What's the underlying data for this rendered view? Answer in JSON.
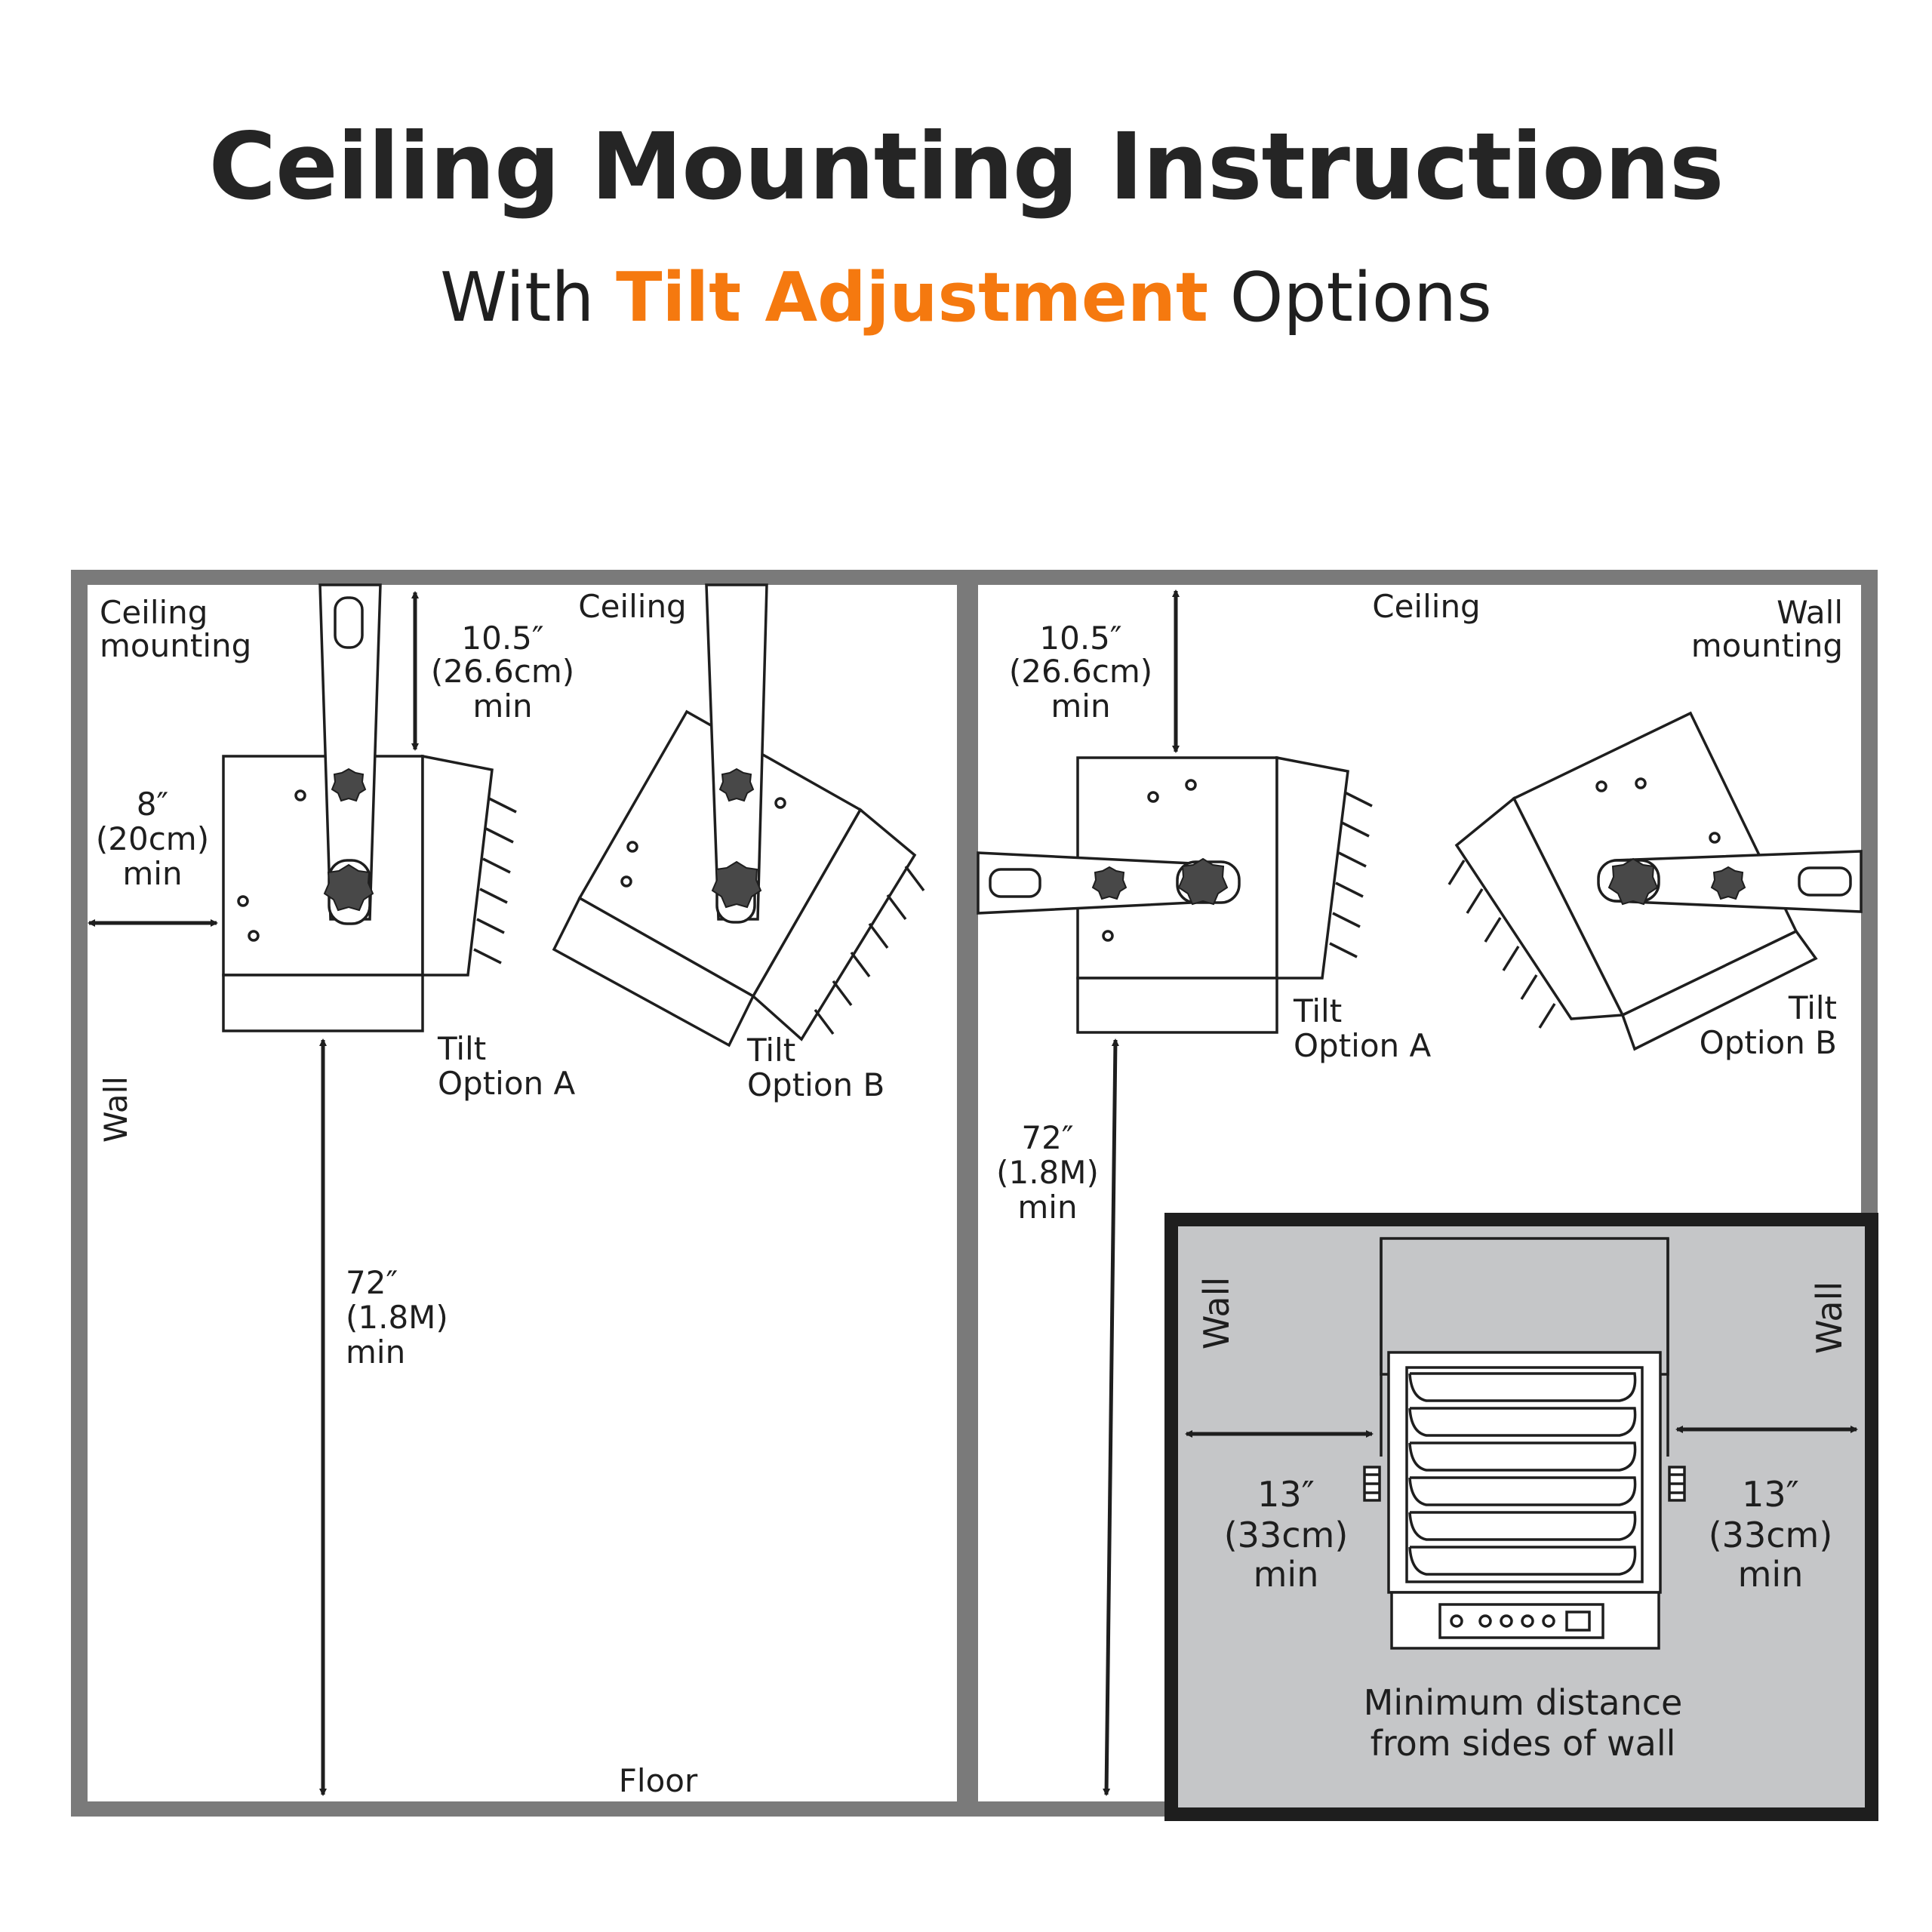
{
  "header": {
    "title": "Ceiling Mounting Instructions",
    "subtitle_prefix": "With",
    "subtitle_accent": "Tilt Adjustment",
    "subtitle_suffix": "Options"
  },
  "colors": {
    "accent": "#f5790f",
    "frame": "#7a7a7a",
    "inset_bg": "#c5c6c8",
    "ink": "#1e1e1e"
  },
  "left_panel": {
    "corner_label_l1": "Ceiling",
    "corner_label_l2": "mounting",
    "ceiling_label": "Ceiling",
    "wall_label": "Wall",
    "floor_label": "Floor",
    "top_clearance": {
      "l1": "10.5″",
      "l2": "(26.6cm)",
      "l3": "min"
    },
    "wall_clearance": {
      "l1": "8″",
      "l2": "(20cm)",
      "l3": "min"
    },
    "floor_clearance": {
      "l1": "72″",
      "l2": "(1.8M)",
      "l3": "min"
    },
    "option_a": {
      "l1": "Tilt",
      "l2": "Option A"
    },
    "option_b": {
      "l1": "Tilt",
      "l2": "Option B"
    }
  },
  "right_panel": {
    "corner_label_l1": "Wall",
    "corner_label_l2": "mounting",
    "ceiling_label": "Ceiling",
    "top_clearance": {
      "l1": "10.5″",
      "l2": "(26.6cm)",
      "l3": "min"
    },
    "floor_clearance": {
      "l1": "72″",
      "l2": "(1.8M)",
      "l3": "min"
    },
    "option_a": {
      "l1": "Tilt",
      "l2": "Option A"
    },
    "option_b": {
      "l1": "Tilt",
      "l2": "Option B"
    }
  },
  "inset": {
    "wall_left": "Wall",
    "wall_right": "Wall",
    "left_clearance": {
      "l1": "13″",
      "l2": "(33cm)",
      "l3": "min"
    },
    "right_clearance": {
      "l1": "13″",
      "l2": "(33cm)",
      "l3": "min"
    },
    "caption_l1": "Minimum distance",
    "caption_l2": "from sides of wall"
  }
}
